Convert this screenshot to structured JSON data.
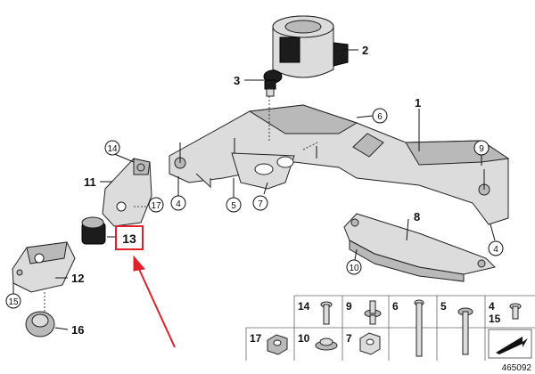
{
  "callouts": {
    "c1": "1",
    "c2": "2",
    "c3": "3",
    "c4a": "4",
    "c4b": "4",
    "c5": "5",
    "c6": "6",
    "c7": "7",
    "c8": "8",
    "c9": "9",
    "c10": "10",
    "c11": "11",
    "c12": "12",
    "c13": "13",
    "c14": "14",
    "c15": "15",
    "c16": "16",
    "c17": "17"
  },
  "parts_grid": {
    "top_row": [
      "14",
      "9",
      "6",
      "5",
      "4"
    ],
    "bottom_row": [
      "17",
      "10",
      "7"
    ],
    "sub_label": "15"
  },
  "diagram_number": "465092",
  "colors": {
    "highlight": "#e0202a",
    "part_fill": "#dcdcdc",
    "part_shade": "#b9b9b9",
    "rubber": "#1c1c1c"
  }
}
